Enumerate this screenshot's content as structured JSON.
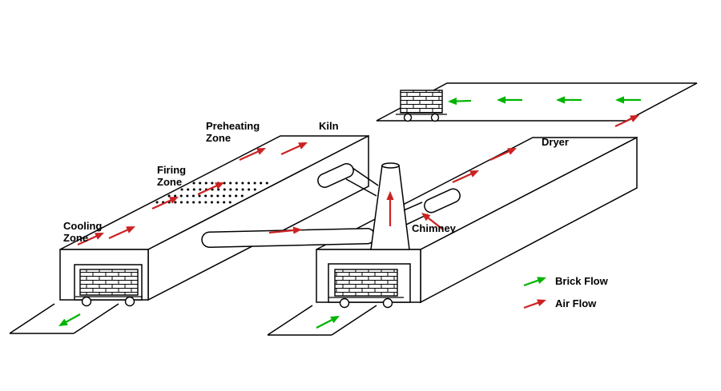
{
  "scene": {
    "labels": {
      "preheating_zone": "Preheating\nZone",
      "kiln": "Kiln",
      "firing_zone": "Firing\nZone",
      "cooling_zone": "Cooling\nZone",
      "chimney": "Chimney",
      "dryer": "Dryer"
    },
    "legend": {
      "brick_flow": "Brick Flow",
      "air_flow": "Air Flow"
    },
    "colors": {
      "brick_flow": "#00b400",
      "air_flow": "#cc2222",
      "line": "#000000",
      "background": "#ffffff"
    },
    "arrows": {
      "brick_flow": [
        [
          800,
          125,
          768,
          125
        ],
        [
          726,
          125,
          694,
          125
        ],
        [
          652,
          125,
          620,
          125
        ],
        [
          588,
          126,
          559,
          127
        ],
        [
          100,
          393,
          73,
          408
        ],
        [
          395,
          410,
          424,
          395
        ]
      ],
      "air_flow": [
        [
          97,
          306,
          130,
          291
        ],
        [
          136,
          298,
          169,
          283
        ],
        [
          190,
          261,
          223,
          246
        ],
        [
          247,
          243,
          280,
          228
        ],
        [
          299,
          200,
          332,
          185
        ],
        [
          351,
          193,
          384,
          178
        ],
        [
          336,
          291,
          377,
          287
        ],
        [
          487,
          283,
          487,
          239
        ],
        [
          553,
          287,
          526,
          266
        ],
        [
          565,
          228,
          598,
          213
        ],
        [
          612,
          200,
          645,
          185
        ],
        [
          768,
          158,
          798,
          144
        ]
      ],
      "legend_brick": [
        654,
        357,
        682,
        347
      ],
      "legend_air": [
        654,
        385,
        682,
        375
      ]
    }
  }
}
